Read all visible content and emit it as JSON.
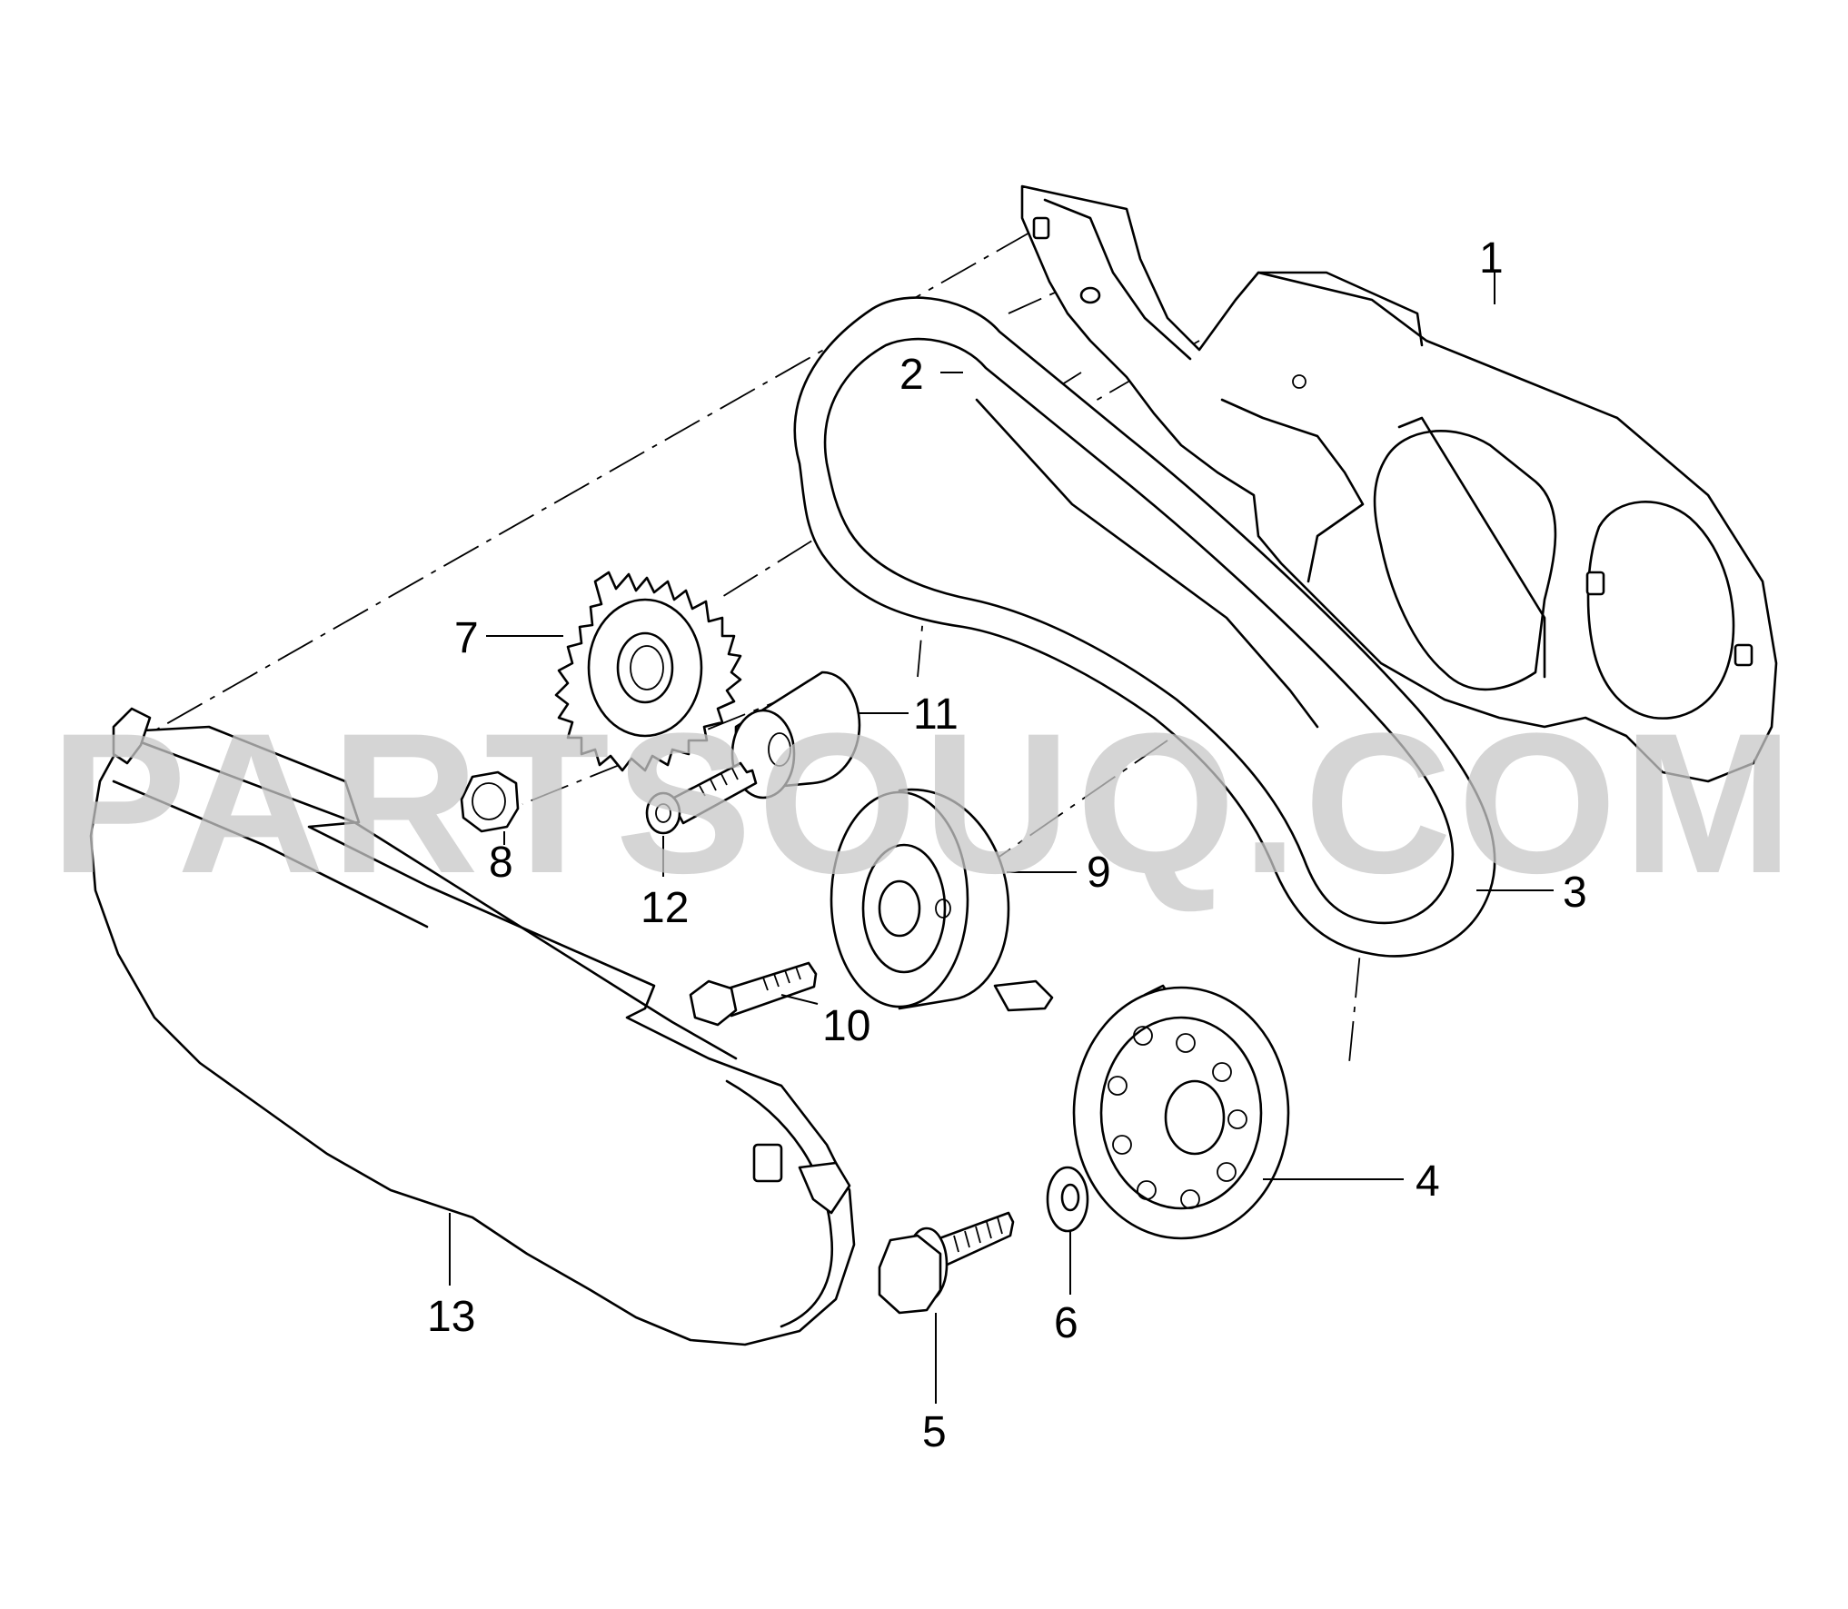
{
  "watermark": "PARTSOUQ.COM",
  "callouts": {
    "c1": "1",
    "c2": "2",
    "c3": "3",
    "c4": "4",
    "c5": "5",
    "c6": "6",
    "c7": "7",
    "c8": "8",
    "c9": "9",
    "c10": "10",
    "c11": "11",
    "c12": "12",
    "c13": "13"
  }
}
